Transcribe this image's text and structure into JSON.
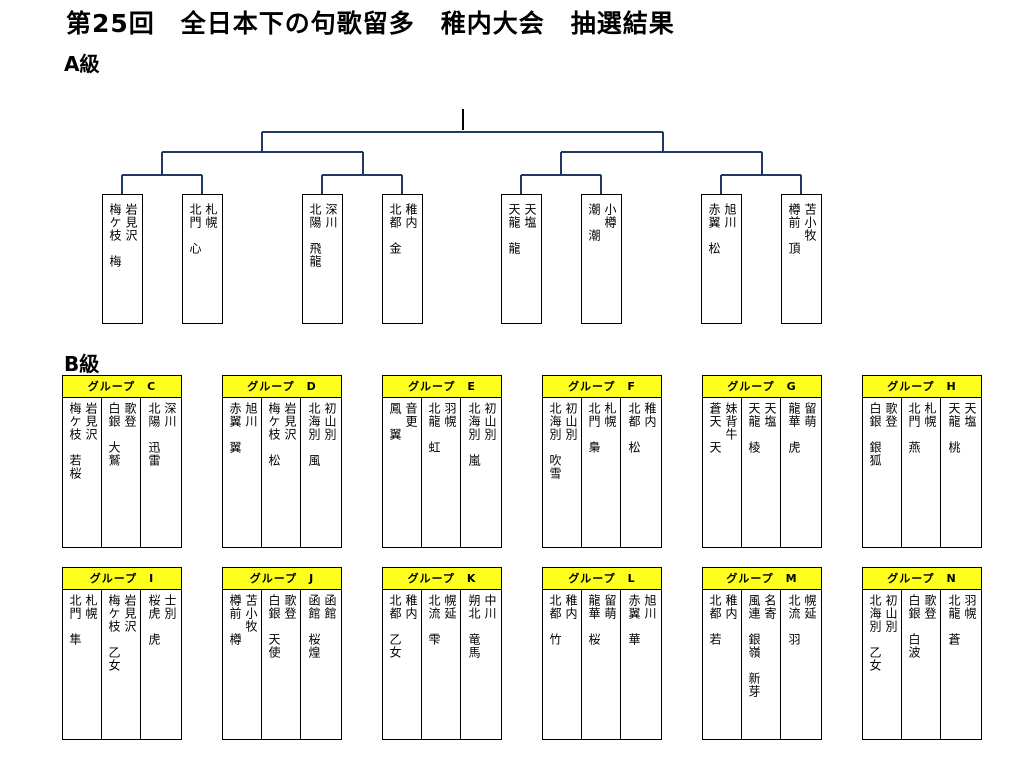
{
  "title": "第25回　全日本下の句歌留多　稚内大会　抽選結果",
  "a_class": {
    "label": "A級",
    "teams": [
      {
        "lines": [
          "岩見沢",
          "梅ケ枝　梅"
        ]
      },
      {
        "lines": [
          "札幌",
          "北門　心"
        ]
      },
      {
        "lines": [
          "深川",
          "北陽　飛龍"
        ]
      },
      {
        "lines": [
          "稚内",
          "北都　金"
        ]
      },
      {
        "lines": [
          "天塩",
          "天龍　龍"
        ]
      },
      {
        "lines": [
          "小樽",
          "潮　潮"
        ]
      },
      {
        "lines": [
          "旭川",
          "赤翼　松"
        ]
      },
      {
        "lines": [
          "苫小牧",
          "樽前　頂"
        ]
      }
    ]
  },
  "b_class": {
    "label": "B級",
    "groups": [
      {
        "name": "グループ　C",
        "teams": [
          {
            "lines": [
              "岩見沢",
              "梅ケ枝　若桜"
            ]
          },
          {
            "lines": [
              "歌登",
              "白銀　大鷲"
            ]
          },
          {
            "lines": [
              "深川",
              "北陽　迅雷"
            ]
          }
        ]
      },
      {
        "name": "グループ　D",
        "teams": [
          {
            "lines": [
              "旭川",
              "赤翼　翼"
            ]
          },
          {
            "lines": [
              "岩見沢",
              "梅ケ枝　松"
            ]
          },
          {
            "lines": [
              "初山別",
              "北海別　風"
            ]
          }
        ]
      },
      {
        "name": "グループ　E",
        "teams": [
          {
            "lines": [
              "音更",
              "鳳　翼"
            ]
          },
          {
            "lines": [
              "羽幌",
              "北龍　虹"
            ]
          },
          {
            "lines": [
              "初山別",
              "北海別　嵐"
            ]
          }
        ]
      },
      {
        "name": "グループ　F",
        "teams": [
          {
            "lines": [
              "初山別",
              "北海別　吹雪"
            ]
          },
          {
            "lines": [
              "札幌",
              "北門　梟"
            ]
          },
          {
            "lines": [
              "稚内",
              "北都　松"
            ]
          }
        ]
      },
      {
        "name": "グループ　G",
        "teams": [
          {
            "lines": [
              "妹背牛",
              "蒼天　天"
            ]
          },
          {
            "lines": [
              "天塩",
              "天龍　棱"
            ]
          },
          {
            "lines": [
              "留萌",
              "龍華　虎"
            ]
          }
        ]
      },
      {
        "name": "グループ　H",
        "teams": [
          {
            "lines": [
              "歌登",
              "白銀　銀狐"
            ]
          },
          {
            "lines": [
              "札幌",
              "北門　燕"
            ]
          },
          {
            "lines": [
              "天塩",
              "天龍　桃"
            ]
          }
        ]
      },
      {
        "name": "グループ　I",
        "teams": [
          {
            "lines": [
              "札幌",
              "北門　隼"
            ]
          },
          {
            "lines": [
              "岩見沢",
              "梅ケ枝　乙女"
            ]
          },
          {
            "lines": [
              "士別",
              "桜虎　虎"
            ]
          }
        ]
      },
      {
        "name": "グループ　J",
        "teams": [
          {
            "lines": [
              "苫小牧",
              "樽前　樽"
            ]
          },
          {
            "lines": [
              "歌登",
              "白銀　天使"
            ]
          },
          {
            "lines": [
              "函館",
              "函館　桜煌"
            ]
          }
        ]
      },
      {
        "name": "グループ　K",
        "teams": [
          {
            "lines": [
              "稚内",
              "北都　乙女"
            ]
          },
          {
            "lines": [
              "幌延",
              "北流　雫"
            ]
          },
          {
            "lines": [
              "中川",
              "朔北　竜馬"
            ]
          }
        ]
      },
      {
        "name": "グループ　L",
        "teams": [
          {
            "lines": [
              "稚内",
              "北都　竹"
            ]
          },
          {
            "lines": [
              "留萌",
              "龍華　桜"
            ]
          },
          {
            "lines": [
              "旭川",
              "赤翼　華"
            ]
          }
        ]
      },
      {
        "name": "グループ　M",
        "teams": [
          {
            "lines": [
              "稚内",
              "北都　若"
            ]
          },
          {
            "lines": [
              "名寄",
              "風連　銀嶺　新芽"
            ]
          },
          {
            "lines": [
              "幌延",
              "北流　羽"
            ]
          }
        ]
      },
      {
        "name": "グループ　N",
        "teams": [
          {
            "lines": [
              "初山別",
              "北海別　乙女"
            ]
          },
          {
            "lines": [
              "歌登",
              "白銀　白波"
            ]
          },
          {
            "lines": [
              "羽幌",
              "北龍　蒼"
            ]
          }
        ]
      }
    ]
  }
}
